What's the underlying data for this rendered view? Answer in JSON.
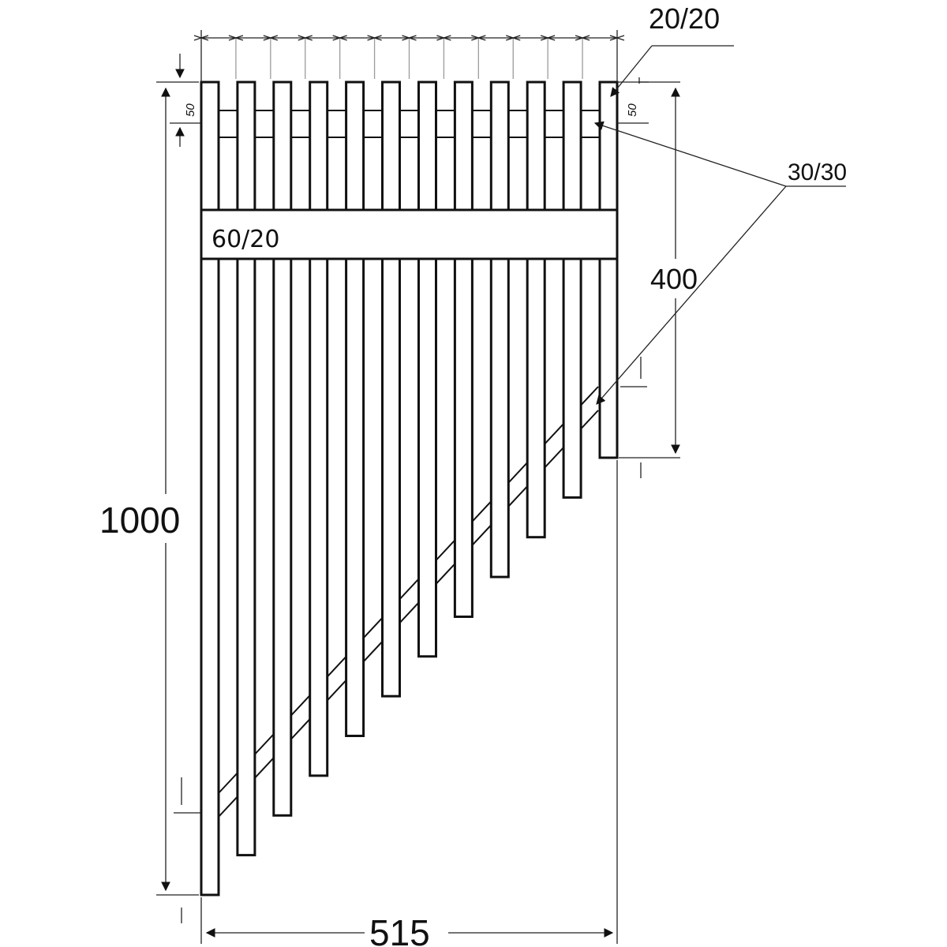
{
  "drawing": {
    "labels": {
      "total_height": "1000",
      "total_width": "515",
      "picket_section": "20/20",
      "rail_section": "30/30",
      "crossbar_section": "60/20",
      "short_height": "400",
      "top_offset_left": "50",
      "top_offset_right": "50"
    },
    "pickets": {
      "count": 12
    }
  }
}
